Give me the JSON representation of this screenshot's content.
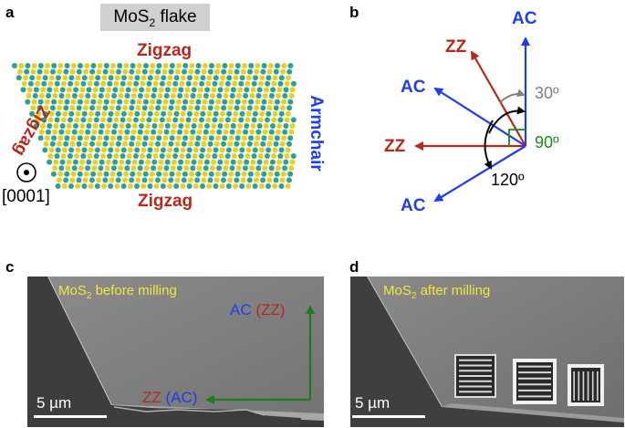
{
  "panels": {
    "a": {
      "label": "a",
      "title_main": "MoS",
      "title_sub": "2",
      "title_rest": " flake",
      "edge_top": "Zigzag",
      "edge_bottom": "Zigzag",
      "edge_left": "Zigzag",
      "edge_right": "Armchair",
      "axis_label": "[0001]"
    },
    "b": {
      "label": "b",
      "dir_ac_top": "AC",
      "dir_zz_upper": "ZZ",
      "dir_ac_left": "AC",
      "dir_zz_left": "ZZ",
      "dir_ac_bottom": "AC",
      "angle_30": "30º",
      "angle_90": "90º",
      "angle_120": "120º"
    },
    "c": {
      "label": "c",
      "caption_main": "MoS",
      "caption_sub": "2",
      "caption_rest": " before milling",
      "axis_ac": "AC ",
      "axis_ac_paren": "(ZZ)",
      "axis_zz": "ZZ ",
      "axis_zz_paren": "(AC)",
      "scalebar": "5 µm"
    },
    "d": {
      "label": "d",
      "caption_main": "MoS",
      "caption_sub": "2",
      "caption_rest": " after milling",
      "scalebar": "5 µm"
    }
  },
  "colors": {
    "zigzag_red": "#b5291c",
    "armchair_blue": "#1f3cf0",
    "angle_gray": "#808080",
    "angle_green": "#1e8a1e",
    "atom_teal": "#2aa198",
    "atom_yellow": "#e6d21e",
    "caption_yellow": "#f2e83c",
    "arrow_green": "#1e7a1e"
  }
}
